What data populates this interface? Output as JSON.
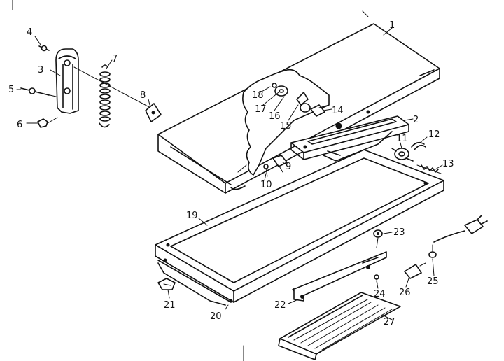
{
  "diagram": {
    "labels": [
      {
        "id": "p1",
        "text": "1"
      },
      {
        "id": "p2",
        "text": "2"
      },
      {
        "id": "p3",
        "text": "3"
      },
      {
        "id": "p4",
        "text": "4"
      },
      {
        "id": "p5",
        "text": "5"
      },
      {
        "id": "p6",
        "text": "6"
      },
      {
        "id": "p7",
        "text": "7"
      },
      {
        "id": "p8",
        "text": "8"
      },
      {
        "id": "p9",
        "text": "9"
      },
      {
        "id": "p10",
        "text": "10"
      },
      {
        "id": "p11",
        "text": "11"
      },
      {
        "id": "p12",
        "text": "12"
      },
      {
        "id": "p13",
        "text": "13"
      },
      {
        "id": "p14",
        "text": "14"
      },
      {
        "id": "p15",
        "text": "15"
      },
      {
        "id": "p16",
        "text": "16"
      },
      {
        "id": "p17",
        "text": "17"
      },
      {
        "id": "p18",
        "text": "18"
      },
      {
        "id": "p19",
        "text": "19"
      },
      {
        "id": "p20",
        "text": "20"
      },
      {
        "id": "p21",
        "text": "21"
      },
      {
        "id": "p22",
        "text": "22"
      },
      {
        "id": "p23",
        "text": "23"
      },
      {
        "id": "p24",
        "text": "24"
      },
      {
        "id": "p25",
        "text": "25"
      },
      {
        "id": "p26",
        "text": "26"
      },
      {
        "id": "p27",
        "text": "27"
      }
    ]
  }
}
